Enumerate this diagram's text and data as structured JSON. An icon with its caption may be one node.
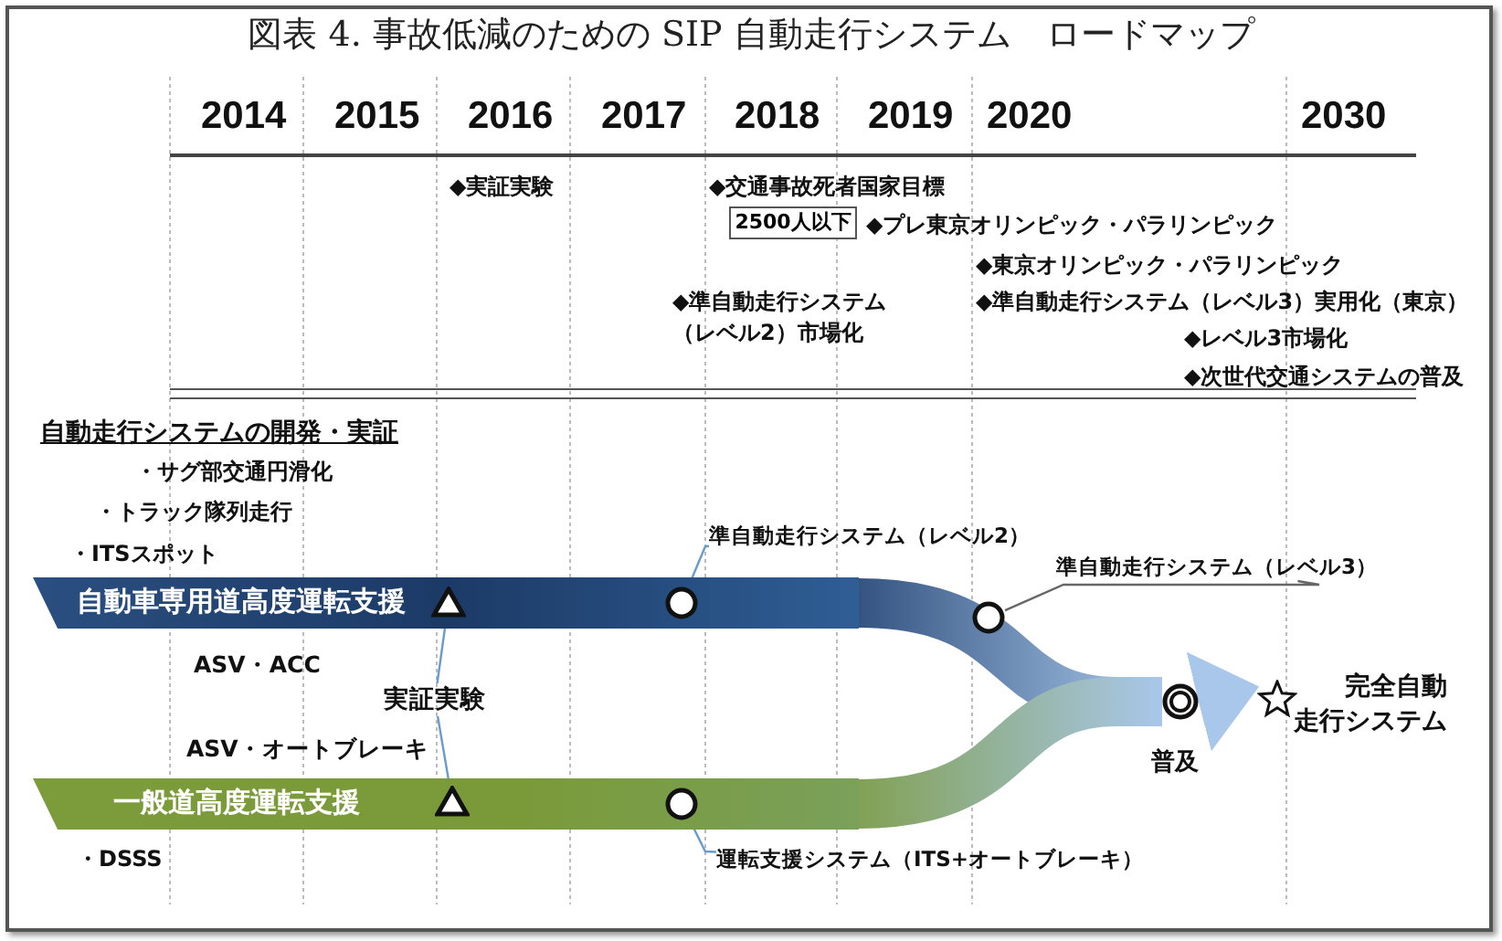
{
  "diagram": {
    "title": "図表 4. 事故低減のための SIP 自動走行システム　ロードマップ",
    "nodes": [
      {
        "text": [
          "2500人以下"
        ]
      },
      {
        "text": [
          "自動車専用道高度運転支援"
        ]
      },
      {
        "text": [],
        "shape": "triangle",
        "in": 1
      },
      {
        "text": [],
        "shape": "circle",
        "in": 1
      },
      {
        "text": [],
        "shape": "circle"
      },
      {
        "text": [
          "準自動走行システム（レベル2）"
        ]
      },
      {
        "text": [
          "準自動走行システム（レベル3）"
        ]
      },
      {
        "text": [
          "実証実験"
        ]
      },
      {
        "text": [
          "一般道高度運転支援"
        ]
      },
      {
        "text": [],
        "shape": "triangle",
        "in": 8
      },
      {
        "text": [],
        "shape": "circle",
        "in": 8
      },
      {
        "text": [
          "運転支援システム（ITS+オートブレーキ）"
        ]
      },
      {
        "text": [],
        "shape": "circle",
        "beside": [
          "普及"
        ]
      },
      {
        "text": [],
        "shape": "star",
        "beside": [
          "完全自動走行システム"
        ]
      }
    ],
    "edges": [
      {
        "from": 5,
        "to": 3,
        "arrow": "none"
      },
      {
        "from": 6,
        "to": 4,
        "arrow": "none",
        "color": "#666666"
      },
      {
        "from": 7,
        "to": 2,
        "arrow": "none"
      },
      {
        "from": 7,
        "to": 9,
        "arrow": "none"
      },
      {
        "from": 11,
        "to": 10,
        "arrow": "none"
      },
      {
        "from": 1,
        "to": 12,
        "arrow": "none",
        "style": "thick",
        "color": "#1f3f6e"
      },
      {
        "from": 8,
        "to": 12,
        "arrow": "none",
        "style": "thick",
        "color": "#7a9a3a"
      },
      {
        "from": 12,
        "to": 13,
        "arrow": "to",
        "style": "thick",
        "color": "#a9c7ea"
      }
    ],
    "labels": [
      "2014",
      "2015",
      "2016",
      "2017",
      "2018",
      "2019",
      "2020",
      "2030",
      "◆実証実験",
      "◆交通事故死者国家目標",
      "◆プレ東京オリンピック・パラリンピック",
      "◆東京オリンピック・パラリンピック",
      "◆準自動走行システム（レベル2）市場化",
      "◆準自動走行システム（レベル3）実用化（東京）",
      "◆レベル3市場化",
      "◆次世代交通システムの普及",
      "自動走行システムの開発・実証",
      "・サグ部交通円滑化",
      "・トラック隊列走行",
      "・ITSスポット",
      "ASV・ACC",
      "ASV・オートブレーキ",
      "・DSSS"
    ]
  }
}
